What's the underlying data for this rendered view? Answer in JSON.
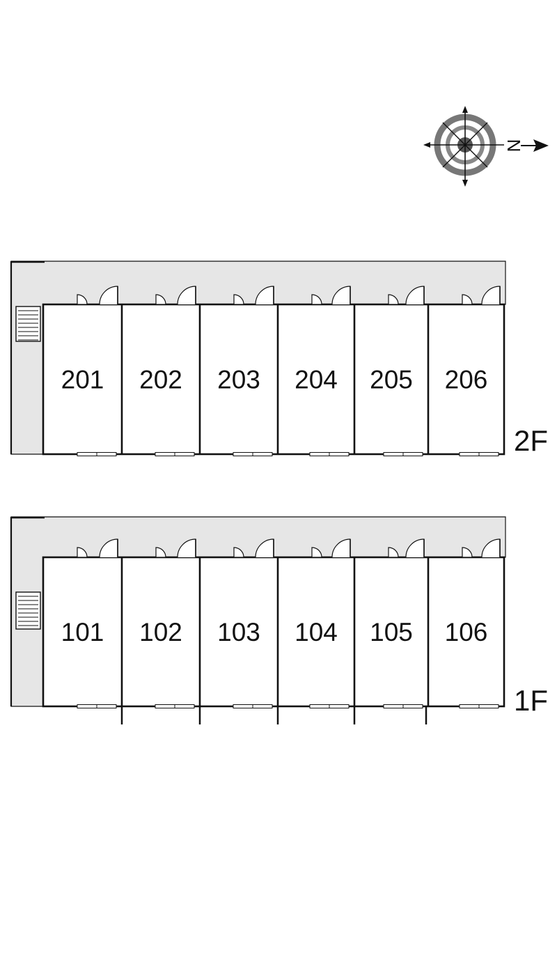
{
  "compass": {
    "north_label": "N",
    "icon": "compass-rose-icon"
  },
  "colors": {
    "corridor": "#e6e6e6",
    "wall": "#111111",
    "background": "#ffffff",
    "compass_ring": "#777777"
  },
  "floors": [
    {
      "label": "2F",
      "units": [
        "201",
        "202",
        "203",
        "204",
        "205",
        "206"
      ]
    },
    {
      "label": "1F",
      "units": [
        "101",
        "102",
        "103",
        "104",
        "105",
        "106"
      ]
    }
  ]
}
